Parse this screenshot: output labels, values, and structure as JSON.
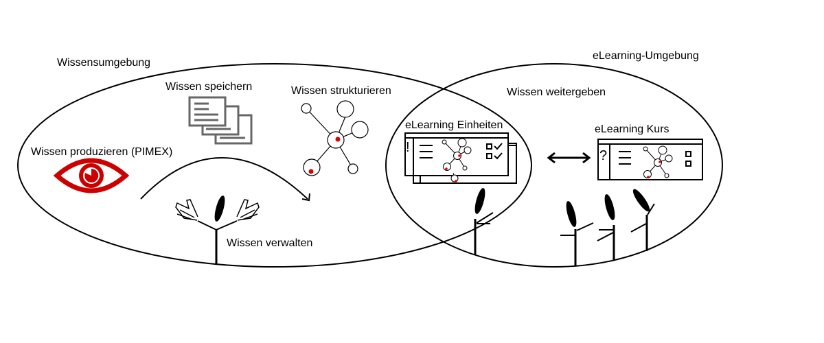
{
  "title": "Wissensumgebung und eLearning-Umgebung",
  "colors": {
    "accent_red": "#cc0000",
    "doc_gray": "#666666",
    "stroke": "#000000"
  },
  "regions": {
    "knowledge_env": {
      "label": "Wissensumgebung",
      "activities": {
        "store": "Wissen speichern",
        "structure": "Wissen strukturieren",
        "produce": "Wissen produzieren (PIMEX)",
        "manage": "Wissen verwalten"
      }
    },
    "elearning_env": {
      "label": "eLearning-Umgebung",
      "activities": {
        "share": "Wissen weitergeben",
        "units": "eLearning Einheiten",
        "course": "eLearning Kurs"
      }
    }
  },
  "icons": {
    "produce": "eye-icon",
    "store": "documents-stack-icon",
    "structure": "network-graph-icon",
    "manage": "person-with-hands-icon",
    "units_marker": "!",
    "course_marker": "?"
  }
}
